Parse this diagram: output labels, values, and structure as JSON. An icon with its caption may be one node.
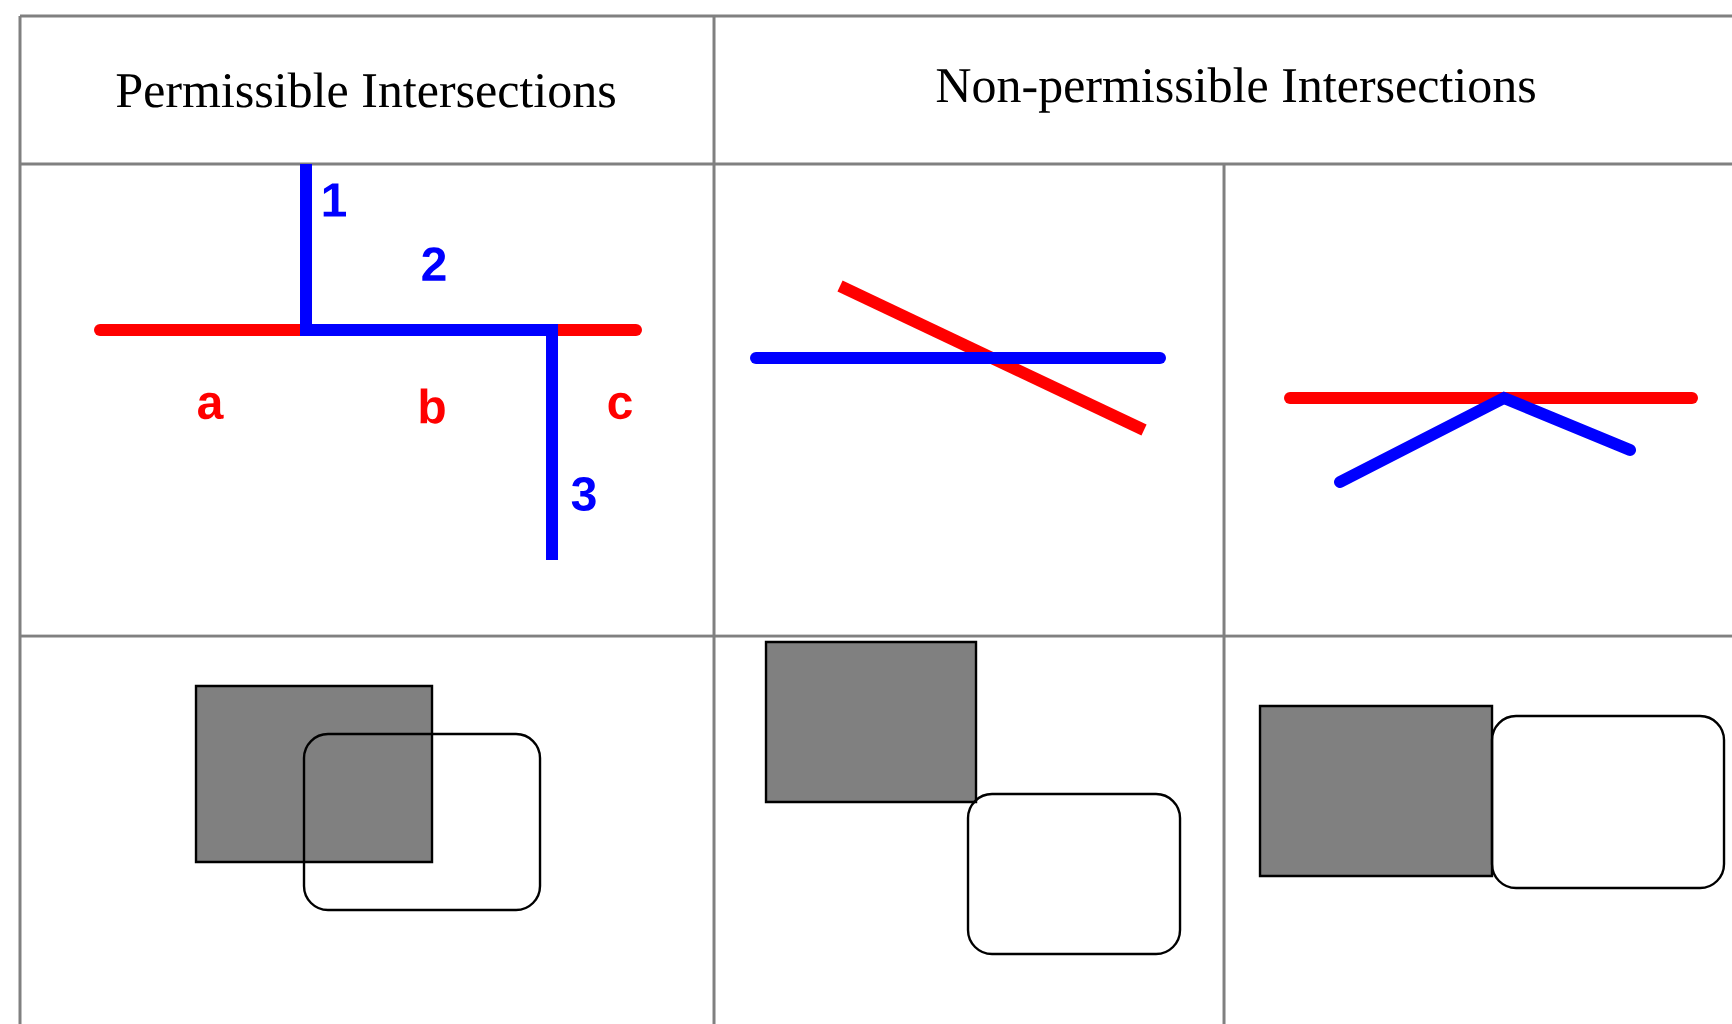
{
  "diagram": {
    "labels": [
      "Permissible Intersections",
      "Non-permissible Intersections",
      "1",
      "2",
      "a",
      "b",
      "c",
      "3"
    ]
  }
}
